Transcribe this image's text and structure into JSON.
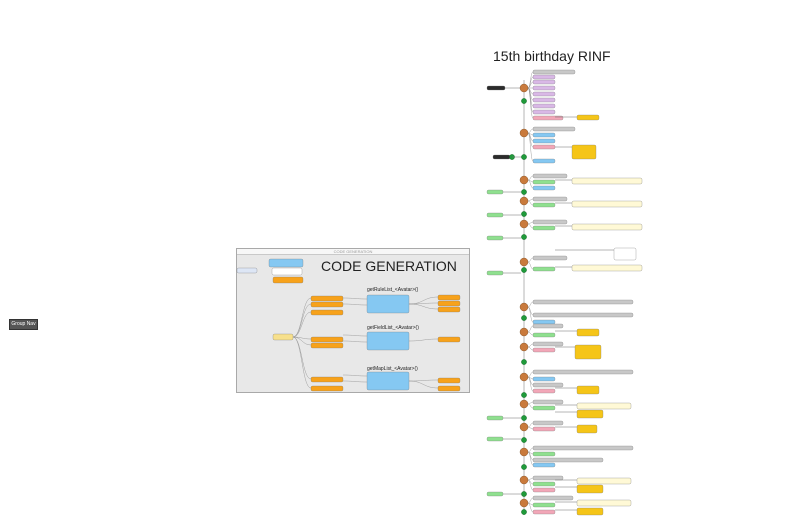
{
  "titles": {
    "birthday": "15th birthday RINF",
    "codegen": "CODE GENERATION",
    "codegen_header": "CODE GENERATION"
  },
  "group_nav": {
    "label": "Group Nav"
  },
  "methods": {
    "rule": "getRuleList_<Avatar>()",
    "field": "getFieldList_<Avatar>()",
    "map": "getMapList_<Avatar>()"
  },
  "colors": {
    "orange": "#f7a21b",
    "blue": "#85c8f2",
    "gray": "#c8c8c8",
    "pink": "#f2a7b8",
    "green": "#8fe08f",
    "yellow": "#f5c518",
    "lightyellow": "#fff9d6",
    "purple": "#d9b8e6",
    "hub": "#c97a3c",
    "dark": "#2b2b2b"
  }
}
